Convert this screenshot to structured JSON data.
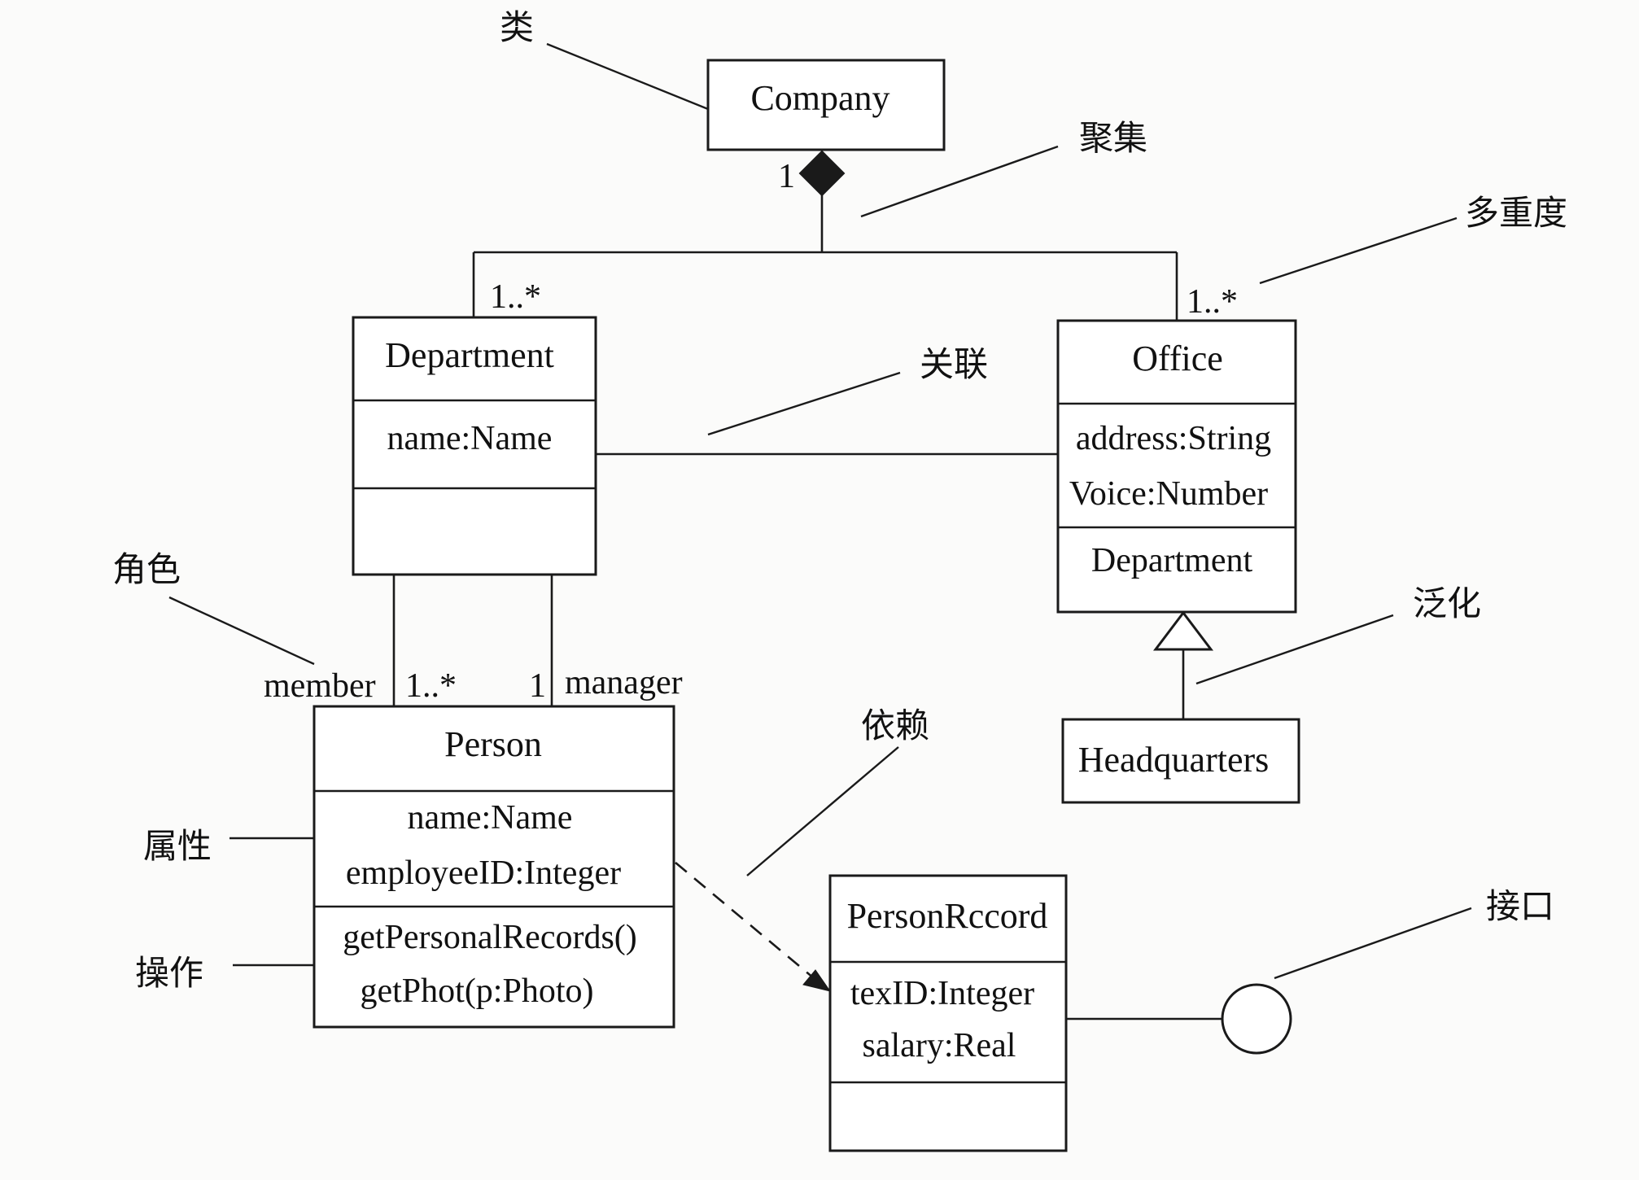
{
  "classes": {
    "company": {
      "name": "Company"
    },
    "department": {
      "name": "Department",
      "attributes": [
        "name:Name"
      ]
    },
    "office": {
      "name": "Office",
      "attributes": [
        "address:String",
        "Voice:Number"
      ],
      "operations": [
        "Department"
      ]
    },
    "person": {
      "name": "Person",
      "attributes": [
        "name:Name",
        "employeeID:Integer"
      ],
      "operations": [
        "getPersonalRecords()",
        "getPhot(p:Photo)"
      ]
    },
    "headquarters": {
      "name": "Headquarters"
    },
    "person_record": {
      "name": "PersonRccord",
      "attributes": [
        "texID:Integer",
        "salary:Real"
      ]
    }
  },
  "multiplicities": {
    "company_end": "1",
    "department_end": "1..*",
    "office_end": "1..*",
    "member_end": "1..*",
    "manager_end": "1"
  },
  "roles": {
    "member": "member",
    "manager": "manager"
  },
  "annotations": {
    "class": "类",
    "aggregation": "聚集",
    "multiplicity": "多重度",
    "association": "关联",
    "role": "角色",
    "generalization": "泛化",
    "dependency": "依赖",
    "attribute": "属性",
    "operation": "操作",
    "interface": "接口"
  }
}
